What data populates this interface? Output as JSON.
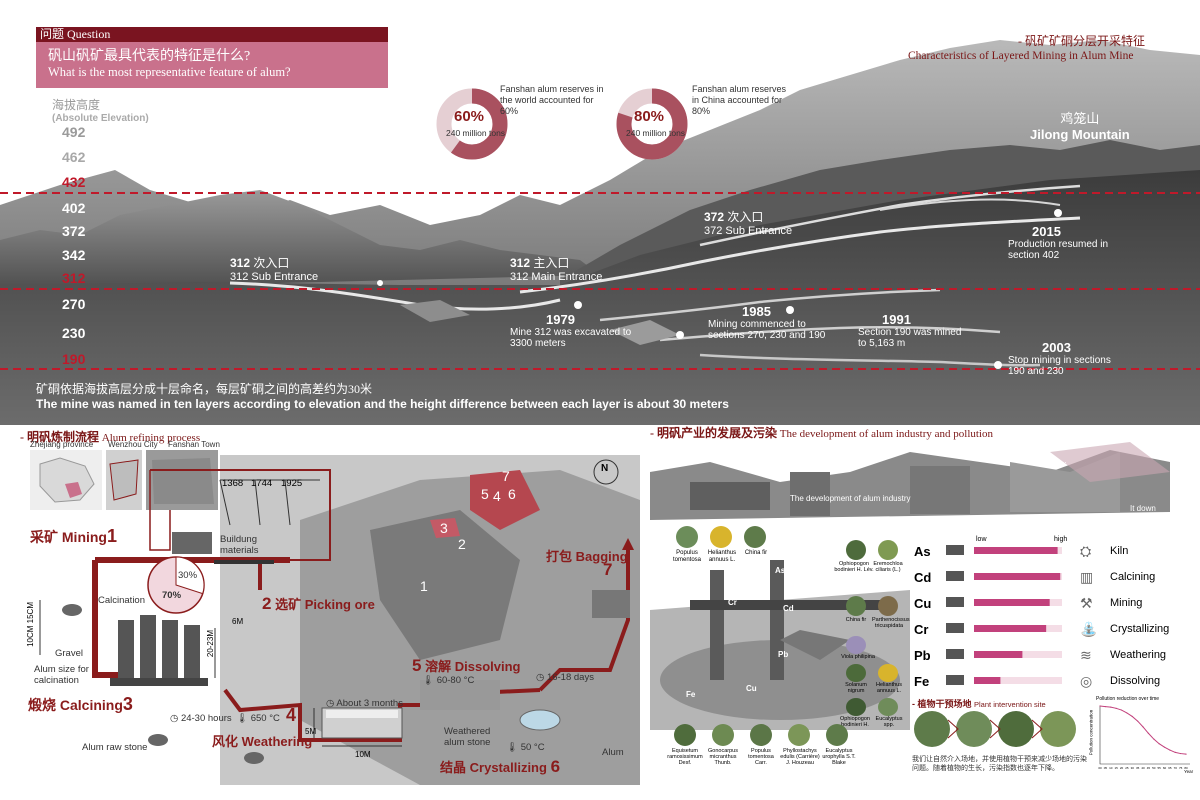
{
  "colors": {
    "accent": "#8a1c1c",
    "dashed": "#c0192a",
    "pink": "#c9718c",
    "sky": "#ffffff"
  },
  "question": {
    "tag_cn": "问题",
    "tag_en": "Question",
    "text_cn": "矾山矾矿最具代表的特征是什么?",
    "text_en": "What is the most representative feature of alum?"
  },
  "elevation": {
    "title_cn": "海拔高度",
    "title_en": "(Absolute Elevation)",
    "ticks": [
      "492",
      "462",
      "432",
      "402",
      "372",
      "342",
      "312",
      "270",
      "230",
      "190"
    ],
    "highlight": [
      "432",
      "312",
      "190"
    ]
  },
  "stats": [
    {
      "pct": "60%",
      "sub": "240 million tons",
      "note": "Fanshan alum reserves in the world accounted for 60%",
      "fraction": 0.6
    },
    {
      "pct": "80%",
      "sub": "240 million tons",
      "note": "Fanshan alum reserves in China accounted for 80%",
      "fraction": 0.8
    }
  ],
  "section_title": {
    "cn": "- 矾矿矿硐分层开采特征",
    "en": "Characteristics of Layered Mining in Alum Mine"
  },
  "mountain": {
    "cn": "鸡笼山",
    "en": "Jilong Mountain"
  },
  "entrances": [
    {
      "num": "312",
      "cn": "次入口",
      "en": "312 Sub Entrance"
    },
    {
      "num": "312",
      "cn": "主入口",
      "en": "312 Main Entrance"
    },
    {
      "num": "372",
      "cn": "次入口",
      "en": "372 Sub Entrance"
    }
  ],
  "events": [
    {
      "year": "1979",
      "text": "Mine 312 was excavated to 3300 meters"
    },
    {
      "year": "1985",
      "text": "Mining commenced to sections 270, 230 and 190"
    },
    {
      "year": "1991",
      "text": "Section 190 was mined to 5,163 m"
    },
    {
      "year": "2003",
      "text": "Stop mining in sections 190 and 230"
    },
    {
      "year": "2015",
      "text": "Production resumed in section 402"
    }
  ],
  "caption": {
    "cn": "矿硐依据海拔高层分成十层命名，每层矿硐之间的高差约为30米",
    "en": "The mine was named in ten layers according to elevation and the height difference between each layer is about 30 meters"
  },
  "refining": {
    "title_cn": "- 明矾炼制流程",
    "title_en": "Alum refining process",
    "places": [
      "Zhejiang province",
      "Wenzhou City",
      "Fanshan Town"
    ],
    "years": [
      "1368",
      "1744",
      "1925"
    ],
    "building_materials": "Buildung materials",
    "pie": {
      "a": "30%",
      "b": "70%",
      "label": "Calcination",
      "fraction": 0.3
    },
    "gravel": "Gravel",
    "size_label": "Alum size for calcination",
    "dims": {
      "a": "10CM",
      "b": "15CM",
      "c": "20-23M",
      "d": "6M",
      "e": "5M",
      "f": "10M"
    },
    "raw": "Alum raw stone",
    "weathered": "Weathered alum stone",
    "steps": [
      {
        "n": "1",
        "cn": "采矿",
        "en": "Mining"
      },
      {
        "n": "2",
        "cn": "选矿",
        "en": "Picking ore"
      },
      {
        "n": "3",
        "cn": "煅烧",
        "en": "Calcining"
      },
      {
        "n": "4",
        "cn": "风化",
        "en": "Weathering"
      },
      {
        "n": "5",
        "cn": "溶解",
        "en": "Dissolving"
      },
      {
        "n": "6",
        "cn": "结晶",
        "en": "Crystallizing"
      },
      {
        "n": "7",
        "cn": "打包",
        "en": "Bagging"
      }
    ],
    "timers": {
      "calc_time": "24-30 hours",
      "calc_temp": "650 °C",
      "weather_time": "About 3 months",
      "dissolve_temp": "60-80 °C",
      "crystal_days": "16-18 days",
      "crystal_temp": "50 °C",
      "alum": "Alum"
    },
    "map_nums": [
      "1",
      "2",
      "3",
      "4",
      "5",
      "6",
      "7"
    ]
  },
  "industry": {
    "title_cn": "- 明矾产业的发展及污染",
    "title_en": "The development of alum industry and pollution",
    "strip_labels": [
      "The development of alum industry",
      "...",
      "It down"
    ],
    "plants_top": [
      "Populus tomentosa",
      "Helianthus annuus L.",
      "China fir"
    ],
    "plants_right1": [
      "Ophiopogon bodinieri H. Lév.",
      "Eremochloa ciliaris (L.)"
    ],
    "plants_right2": [
      "China fir",
      "Parthenocissus tricuspidata"
    ],
    "plants_right3": [
      "Viola philipina"
    ],
    "plants_right4": [
      "Solanum nigrum",
      "Helianthus annuus L."
    ],
    "plants_right5": [
      "Ophiopogon bodinieri H.",
      "Eucalyptus spp."
    ],
    "plants_bottom": [
      "Equisetum ramosissimum Desf.",
      "Gonocarpus micranthus Thunb.",
      "Populus tomentosa Carr.",
      "Phyllostachys edulis (Carrière) J. Houzeau",
      "Eucalyptus urophylla S.T. Blake"
    ],
    "map_tags": [
      "As",
      "Cr",
      "Cd",
      "Pb",
      "Cu",
      "Fe"
    ],
    "metals": [
      {
        "el": "As",
        "level": 0.95
      },
      {
        "el": "Cd",
        "level": 0.98
      },
      {
        "el": "Cu",
        "level": 0.86
      },
      {
        "el": "Cr",
        "level": 0.82
      },
      {
        "el": "Pb",
        "level": 0.55
      },
      {
        "el": "Fe",
        "level": 0.3
      }
    ],
    "scale_low": "low",
    "scale_high": "high",
    "sources": [
      "Kiln",
      "Calcining",
      "Mining",
      "Crystallizing",
      "Weathering",
      "Dissolving"
    ],
    "intervention_cn": "- 植物干预场地",
    "intervention_en": "Plant intervention site",
    "intervention_text": "我们让自然介入场地，并使用植物干预来减少场地的污染问题。随着植物的生长，污染指数也逐年下降。",
    "chart_title": "Pollution reduction over time",
    "chart_xlabel": "Year",
    "chart_ylabel": "Pollution concentration"
  },
  "chart_data": {
    "type": "line",
    "title": "Pollution reduction over time",
    "xlabel": "Year",
    "ylabel": "Pollution concentration",
    "x": [
      0,
      5,
      10,
      15,
      20,
      25,
      30,
      35,
      40,
      45,
      50,
      55,
      60,
      65,
      70,
      75,
      80
    ],
    "series": [
      {
        "values": [
          100,
          99,
          98,
          96,
          93,
          88,
          82,
          74,
          64,
          53,
          43,
          35,
          29,
          24,
          20,
          18,
          17
        ]
      }
    ],
    "xticks": [
      "00",
      "05",
      "10",
      "15",
      "20",
      "25",
      "30",
      "35",
      "40",
      "45",
      "50",
      "55",
      "60",
      "65",
      "70",
      "75",
      "80"
    ]
  }
}
